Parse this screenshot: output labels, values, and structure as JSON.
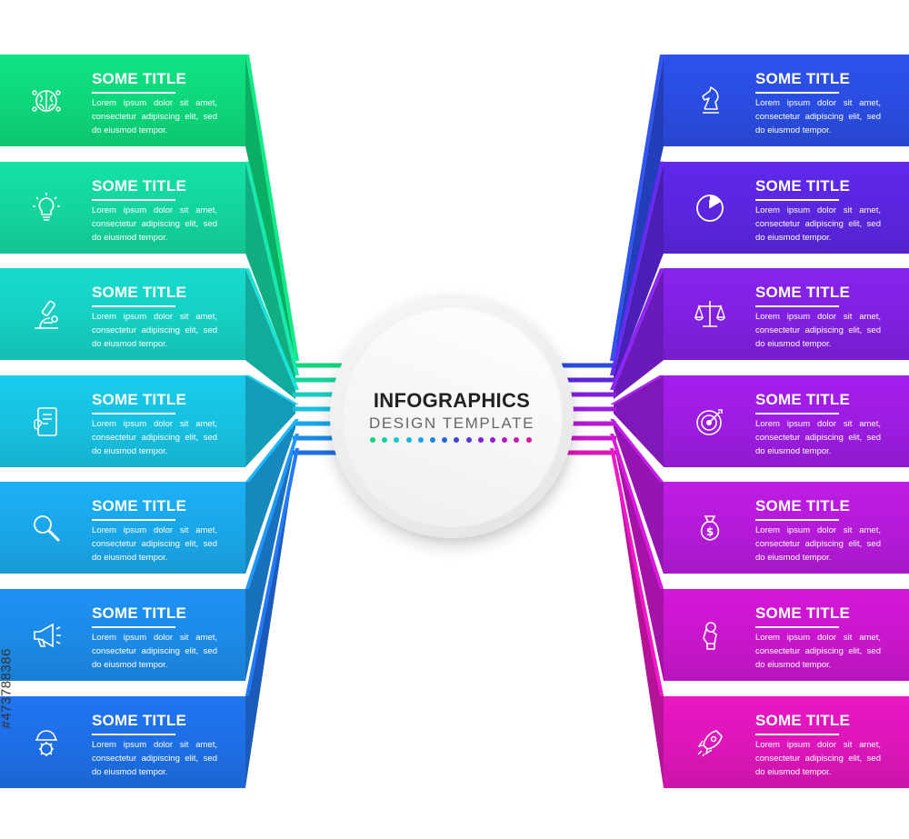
{
  "center": {
    "title": "INFOGRAPHICS",
    "subtitle": "DESIGN TEMPLATE",
    "dot_colors": [
      "#10d07a",
      "#14d0a4",
      "#16c6c8",
      "#18b6dc",
      "#1aa2e4",
      "#1c88e2",
      "#2066dc",
      "#3a48d8",
      "#5a34d8",
      "#7a22d4",
      "#9a1ad2",
      "#b018c8",
      "#c418b4",
      "#d618a0"
    ]
  },
  "left_items": [
    {
      "title": "SOME TITLE",
      "text": "Lorem ipsum dolor sit amet, consectetur adipiscing elit, sed do eiusmod tempor.",
      "icon": "brain-icon",
      "color": "#0ed67a"
    },
    {
      "title": "SOME TITLE",
      "text": "Lorem ipsum dolor sit amet, consectetur adipiscing elit, sed do eiusmod tempor.",
      "icon": "lightbulb-icon",
      "color": "#14d49c"
    },
    {
      "title": "SOME TITLE",
      "text": "Lorem ipsum dolor sit amet, consectetur adipiscing elit, sed do eiusmod tempor.",
      "icon": "microscope-icon",
      "color": "#16cfc2"
    },
    {
      "title": "SOME TITLE",
      "text": "Lorem ipsum dolor sit amet, consectetur adipiscing elit, sed do eiusmod tempor.",
      "icon": "notebook-icon",
      "color": "#18c0e0"
    },
    {
      "title": "SOME TITLE",
      "text": "Lorem ipsum dolor sit amet, consectetur adipiscing elit, sed do eiusmod tempor.",
      "icon": "magnifier-icon",
      "color": "#1aa6e8"
    },
    {
      "title": "SOME TITLE",
      "text": "Lorem ipsum dolor sit amet, consectetur adipiscing elit, sed do eiusmod tempor.",
      "icon": "megaphone-icon",
      "color": "#1c8ae6"
    },
    {
      "title": "SOME TITLE",
      "text": "Lorem ipsum dolor sit amet, consectetur adipiscing elit, sed do eiusmod tempor.",
      "icon": "worker-gear-icon",
      "color": "#1e6ee4"
    }
  ],
  "right_items": [
    {
      "title": "SOME TITLE",
      "text": "Lorem ipsum dolor sit amet, consectetur adipiscing elit, sed do eiusmod tempor.",
      "icon": "chess-knight-icon",
      "color": "#2a4ce0"
    },
    {
      "title": "SOME TITLE",
      "text": "Lorem ipsum dolor sit amet, consectetur adipiscing elit, sed do eiusmod tempor.",
      "icon": "clock-icon",
      "color": "#5a26de"
    },
    {
      "title": "SOME TITLE",
      "text": "Lorem ipsum dolor sit amet, consectetur adipiscing elit, sed do eiusmod tempor.",
      "icon": "scales-icon",
      "color": "#8020e0"
    },
    {
      "title": "SOME TITLE",
      "text": "Lorem ipsum dolor sit amet, consectetur adipiscing elit, sed do eiusmod tempor.",
      "icon": "target-icon",
      "color": "#9c1ce0"
    },
    {
      "title": "SOME TITLE",
      "text": "Lorem ipsum dolor sit amet, consectetur adipiscing elit, sed do eiusmod tempor.",
      "icon": "money-bag-icon",
      "color": "#b41ad8"
    },
    {
      "title": "SOME TITLE",
      "text": "Lorem ipsum dolor sit amet, consectetur adipiscing elit, sed do eiusmod tempor.",
      "icon": "ok-hand-icon",
      "color": "#c816cc"
    },
    {
      "title": "SOME TITLE",
      "text": "Lorem ipsum dolor sit amet, consectetur adipiscing elit, sed do eiusmod tempor.",
      "icon": "rocket-icon",
      "color": "#dc16b8"
    }
  ],
  "watermark": "#473788386"
}
